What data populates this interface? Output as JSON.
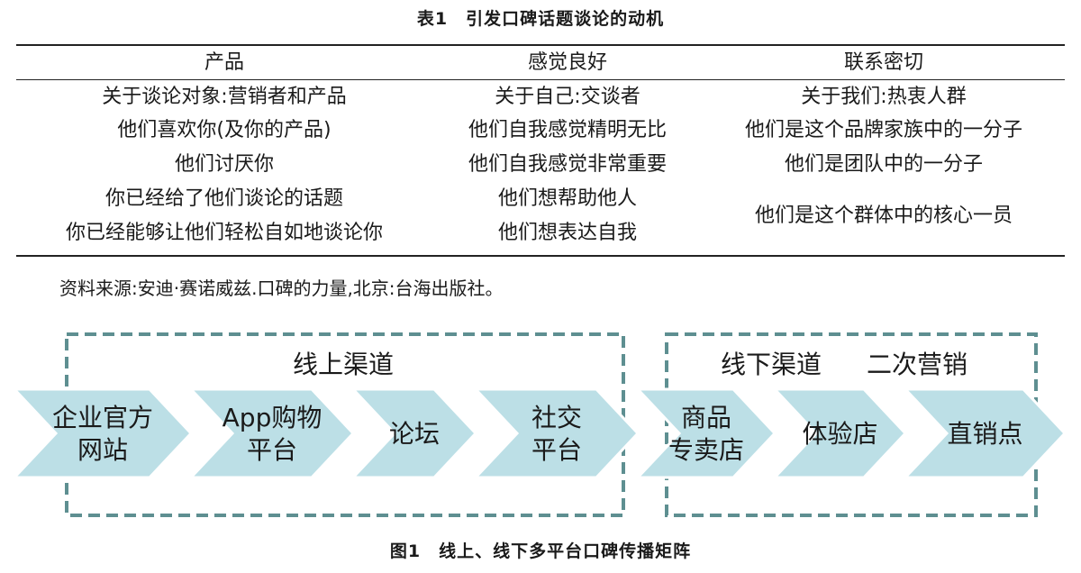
{
  "table": {
    "title": "表1　引发口碑话题谈论的动机",
    "columns": [
      {
        "header": "产品",
        "rows": [
          "关于谈论对象:营销者和产品",
          "他们喜欢你(及你的产品)",
          "他们讨厌你",
          "你已经给了他们谈论的话题",
          "你已经能够让他们轻松自如地谈论你"
        ]
      },
      {
        "header": "感觉良好",
        "rows": [
          "关于自己:交谈者",
          "他们自我感觉精明无比",
          "他们自我感觉非常重要",
          "他们想帮助他人",
          "他们想表达自我"
        ]
      },
      {
        "header": "联系密切",
        "rows": [
          "关于我们:热衷人群",
          "他们是这个品牌家族中的一分子",
          "他们是团队中的一分子",
          "他们是这个群体中的核心一员"
        ]
      }
    ],
    "source": "资料来源:安迪·赛诺威兹.口碑的力量,北京:台海出版社。"
  },
  "diagram": {
    "online_label": "线上渠道",
    "offline_label": "线下渠道",
    "secondary_label": "二次营销",
    "steps": [
      {
        "lines": [
          "企业官方",
          "网站"
        ]
      },
      {
        "lines": [
          "App购物",
          "平台"
        ]
      },
      {
        "lines": [
          "论坛"
        ]
      },
      {
        "lines": [
          "社交",
          "平台"
        ]
      },
      {
        "lines": [
          "商品",
          "专卖店"
        ]
      },
      {
        "lines": [
          "体验店"
        ]
      },
      {
        "lines": [
          "直销点"
        ]
      }
    ],
    "colors": {
      "fill": "#bcdfe6",
      "stroke": "#ffffff",
      "dash": "#5e8f91"
    }
  },
  "figure_caption": "图1　线上、线下多平台口碑传播矩阵"
}
